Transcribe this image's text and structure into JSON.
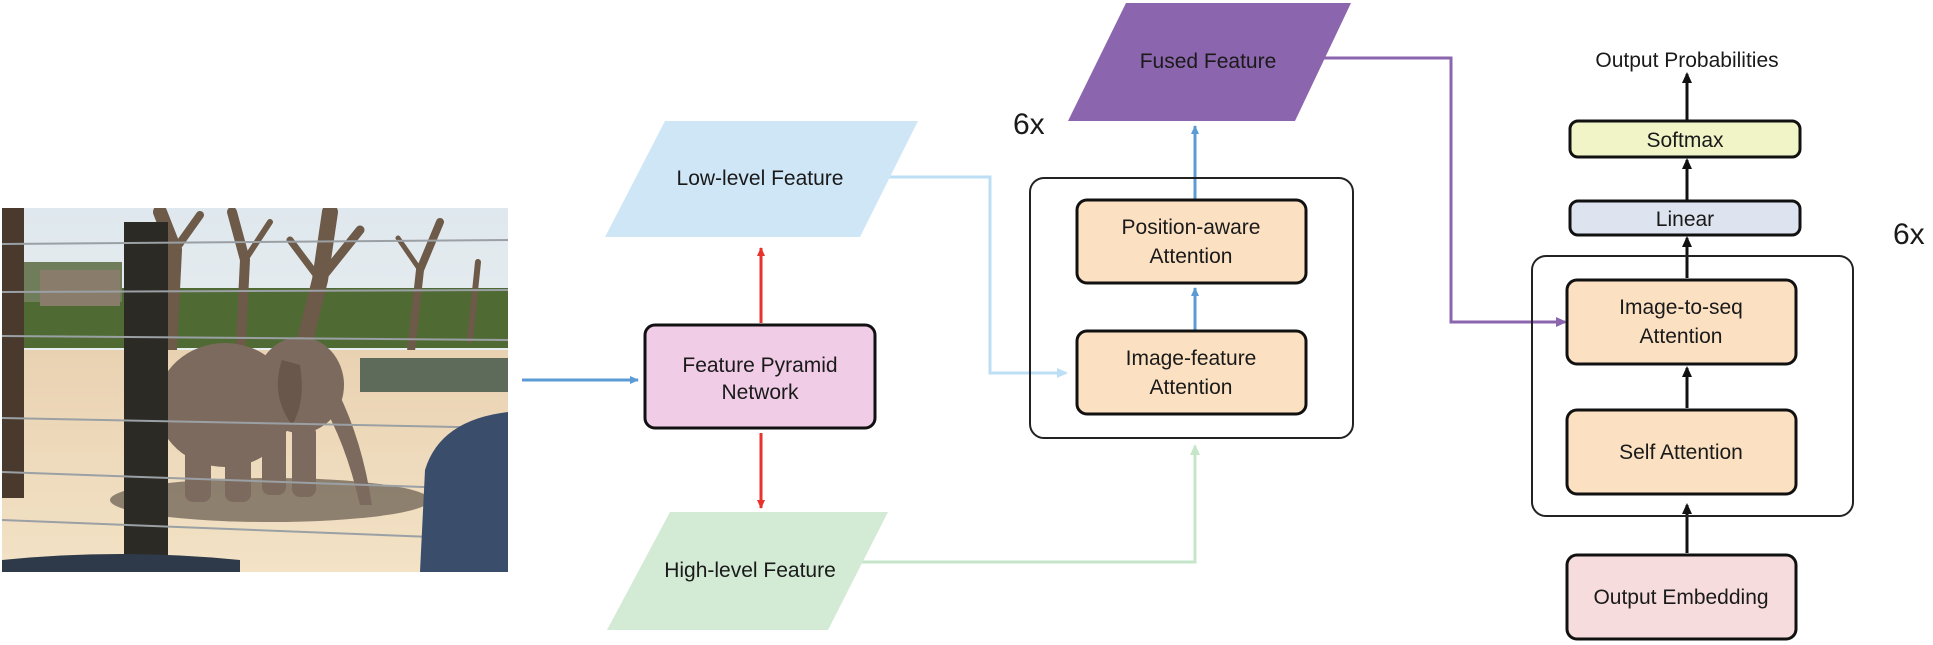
{
  "diagram": {
    "image_node": {
      "icon": "elephant-photo"
    },
    "nodes": {
      "fpn": {
        "label_lines": [
          "Feature Pyramid",
          "Network"
        ],
        "fill": "#f0cce6"
      },
      "low_level": {
        "label": "Low-level Feature",
        "fill": "#cfe6f7"
      },
      "high_level": {
        "label": "High-level Feature",
        "fill": "#d3ead5"
      },
      "fused": {
        "label": "Fused Feature",
        "fill": "#8b65ad"
      },
      "pos_attn": {
        "label_lines": [
          "Position-aware",
          "Attention"
        ],
        "fill": "#fbe0c2"
      },
      "img_feat_attn": {
        "label_lines": [
          "Image-feature",
          "Attention"
        ],
        "fill": "#fbe0c2"
      },
      "output_probs": {
        "label": "Output Probabilities"
      },
      "softmax": {
        "label": "Softmax",
        "fill": "#f1f4c6"
      },
      "linear": {
        "label": "Linear",
        "fill": "#dde4ef"
      },
      "img2seq": {
        "label_lines": [
          "Image-to-seq",
          "Attention"
        ],
        "fill": "#fbe0c2"
      },
      "self_attn": {
        "label": "Self Attention",
        "fill": "#fbe0c2"
      },
      "out_embed": {
        "label": "Output Embedding",
        "fill": "#f6dcdc"
      }
    },
    "repeat_labels": {
      "encoder": "6x",
      "decoder": "6x"
    },
    "edge_colors": {
      "image_to_fpn": "#5b9bd5",
      "fpn_split": "#e8322c",
      "low_to_attn": "#bddff5",
      "high_to_attn": "#c6e6c9",
      "encoder_internal": "#5b9bd5",
      "fused_to_decoder": "#8b65ad",
      "decoder_internal": "#111111"
    }
  }
}
